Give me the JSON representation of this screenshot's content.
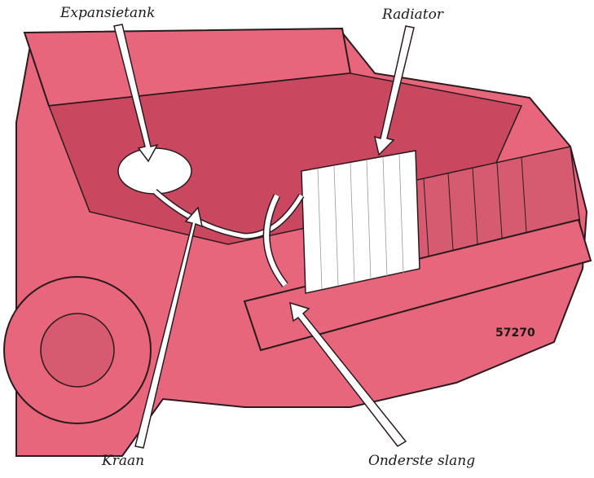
{
  "labels": {
    "expansion_tank": "Expansietank",
    "radiator": "Radiator",
    "tap": "Kraan",
    "lower_hose": "Onderste slang"
  },
  "figure_number": "57270",
  "colors": {
    "body": "#e8667c",
    "body_dark": "#c9485f",
    "outline": "#2a1a1e",
    "part": "#ffffff",
    "background": "#ffffff"
  }
}
